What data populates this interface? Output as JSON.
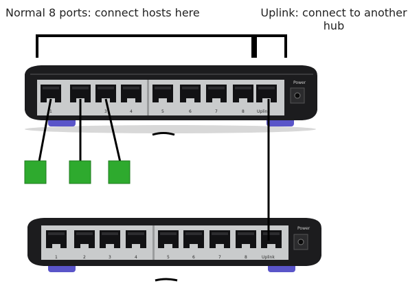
{
  "annotations": {
    "normal_ports": "Normal 8 ports: connect hosts here",
    "uplink_line1": "Uplink: connect to another",
    "uplink_line2": "hub"
  },
  "top_hub": {
    "port_numbers": [
      "1",
      "2",
      "3",
      "4",
      "5",
      "6",
      "7",
      "8"
    ],
    "uplink_label": "Uplink",
    "power_label": "Power"
  },
  "bottom_hub": {
    "port_numbers": [
      "1",
      "2",
      "3",
      "4",
      "5",
      "6",
      "7",
      "8"
    ],
    "uplink_label": "Uplink",
    "power_label": "Power"
  },
  "hosts": [
    {
      "color": "#2eaa2e"
    },
    {
      "color": "#2eaa2e"
    },
    {
      "color": "#2eaa2e"
    }
  ],
  "colors": {
    "hub_body": "#1c1c1e",
    "port_panel": "#c9cbcc",
    "feet": "#5a55c9",
    "cable": "#000000",
    "host": "#2eaa2e"
  }
}
